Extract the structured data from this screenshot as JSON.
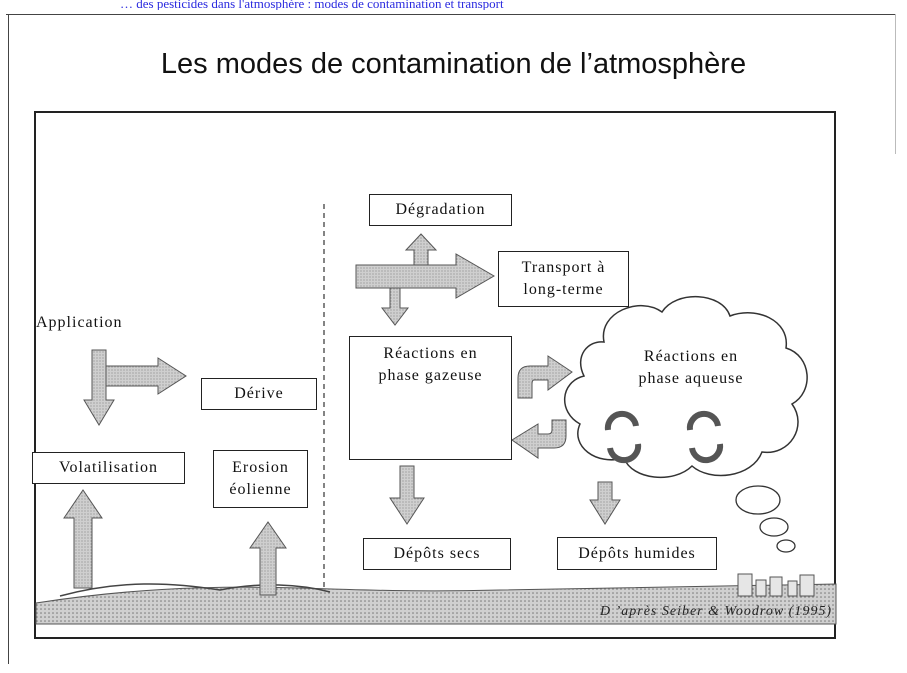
{
  "header_fragment": "… des pesticides dans l'atmosphère : modes de contamination et transport",
  "title": "Les modes de contamination de l’atmosphère",
  "labels": {
    "application": "Application",
    "derive": "Dérive",
    "volatilisation": "Volatilisation",
    "erosion": "Erosion\néolienne",
    "degradation": "Dégradation",
    "transport": "Transport à\nlong-terme",
    "gas_phase": "Réactions en\nphase gazeuse",
    "aqueous_phase": "Réactions en\nphase aqueuse",
    "dry_deposits": "Dépôts secs",
    "wet_deposits": "Dépôts humides"
  },
  "caption": "D ’après Seiber & Woodrow (1995)",
  "colors": {
    "arrow_fill": "#c8c8c8",
    "arrow_stroke": "#555555",
    "frame": "#222222"
  }
}
